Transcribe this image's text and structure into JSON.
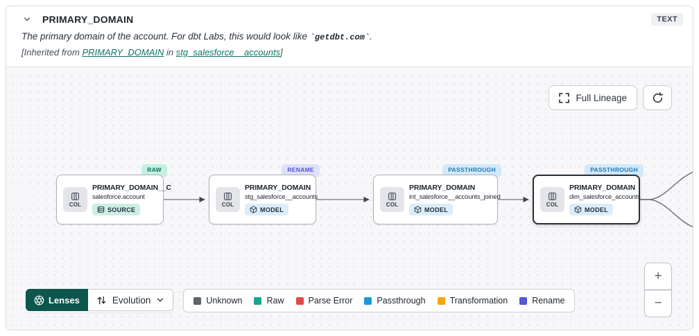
{
  "header": {
    "title": "PRIMARY_DOMAIN",
    "type_badge": "TEXT",
    "description_prefix": "The primary domain of the account. For dbt Labs, this would look like ",
    "description_code": "`getdbt.com`",
    "description_suffix": ".",
    "inherited_prefix": "[Inherited from ",
    "inherited_link_column": "PRIMARY_DOMAIN",
    "inherited_middle": " in ",
    "inherited_link_model": "stg_salesforce__accounts",
    "inherited_suffix": "]"
  },
  "toolbar": {
    "full_lineage_label": "Full Lineage"
  },
  "nodes": [
    {
      "tag": "RAW",
      "tag_bg": "#c6f1e2",
      "tag_color": "#0e6f5e",
      "col_label": "COL",
      "title": "PRIMARY_DOMAIN__C",
      "subtitle": "salesforce.account",
      "badge": "SOURCE",
      "badge_bg": "#cdeee5",
      "selected": false
    },
    {
      "tag": "RENAME",
      "tag_bg": "#dfe0fa",
      "tag_color": "#5154c9",
      "col_label": "COL",
      "title": "PRIMARY_DOMAIN",
      "subtitle": "stg_salesforce__accounts",
      "badge": "MODEL",
      "badge_bg": "#dbedf9",
      "selected": false
    },
    {
      "tag": "PASSTHROUGH",
      "tag_bg": "#d3e9f9",
      "tag_color": "#2278b6",
      "col_label": "COL",
      "title": "PRIMARY_DOMAIN",
      "subtitle": "int_salesforce__accounts_joined",
      "badge": "MODEL",
      "badge_bg": "#dbedf9",
      "selected": false
    },
    {
      "tag": "PASSTHROUGH",
      "tag_bg": "#d3e9f9",
      "tag_color": "#2278b6",
      "col_label": "COL",
      "title": "PRIMARY_DOMAIN",
      "subtitle": "dim_salesforce_accounts",
      "badge": "MODEL",
      "badge_bg": "#dbedf9",
      "selected": true
    }
  ],
  "lenses": {
    "label": "Lenses",
    "selected_lens": "Evolution"
  },
  "legend": [
    {
      "label": "Unknown",
      "color": "#5f6266"
    },
    {
      "label": "Raw",
      "color": "#18a78d"
    },
    {
      "label": "Parse Error",
      "color": "#e4484b"
    },
    {
      "label": "Passthrough",
      "color": "#199ad6"
    },
    {
      "label": "Transformation",
      "color": "#f4a70c"
    },
    {
      "label": "Rename",
      "color": "#5658d6"
    }
  ],
  "zoom_controls": {
    "zoom_in": "+",
    "zoom_out": "−"
  }
}
